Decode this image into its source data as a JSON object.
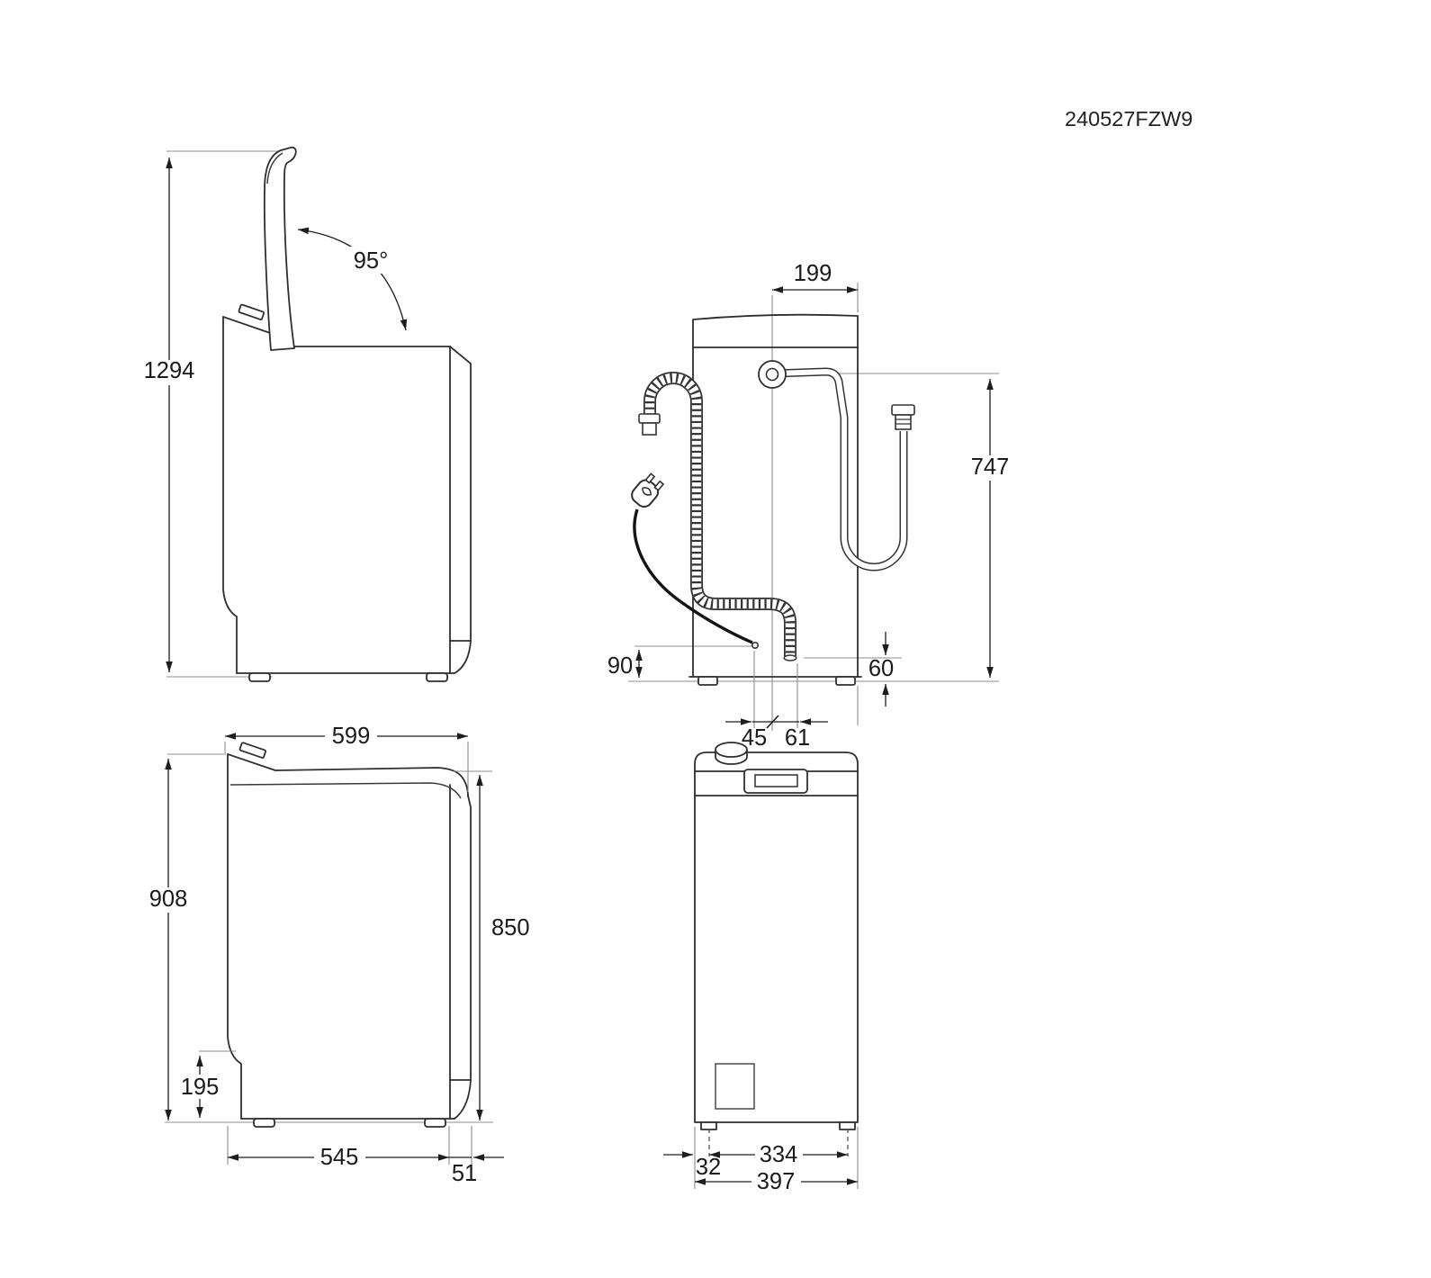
{
  "title_code": "240527FZW9",
  "views": {
    "side_open": {
      "dims": {
        "total_height": "1294",
        "lid_angle": "95°"
      }
    },
    "back": {
      "dims": {
        "inlet_from_right_edge": "199",
        "inlet_hose_drop": "747",
        "cord_exit_height": "90",
        "drain_end_height": "60",
        "cord_offset": "45",
        "drain_offset": "61"
      }
    },
    "side_closed": {
      "dims": {
        "top_depth": "599",
        "rear_height": "908",
        "front_height": "850",
        "recess_height": "195",
        "bottom_depth": "545",
        "rear_panel_gap": "51"
      }
    },
    "front": {
      "dims": {
        "feet_spacing": "334",
        "foot_edge_offset": "32",
        "overall_width": "397"
      }
    }
  }
}
